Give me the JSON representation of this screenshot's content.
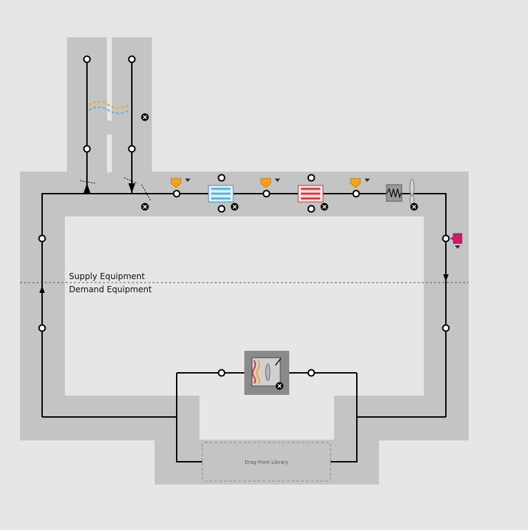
{
  "labels": {
    "supply": "Supply Equipment",
    "demand": "Demand Equipment",
    "drag_placeholder": "Drag From Library"
  },
  "colors": {
    "canvas_bg": "#e6e6e6",
    "loop_band": "#c4c4c4",
    "line": "#000000",
    "node_fill": "#ffffff",
    "setpoint_orange": "#f7a21b",
    "cooling_blue": "#4fb4dc",
    "heating_red": "#d7383b",
    "oa_magenta": "#d21a6b"
  },
  "icons": [
    "heat-exchanger-icon",
    "setpoint-manager-icon",
    "cooling-coil-icon",
    "heating-coil-icon",
    "humidifier-icon",
    "fan-icon",
    "outdoor-air-node-icon",
    "terminal-unit-icon",
    "remove-icon",
    "damper-icon",
    "flow-arrow-icon"
  ]
}
